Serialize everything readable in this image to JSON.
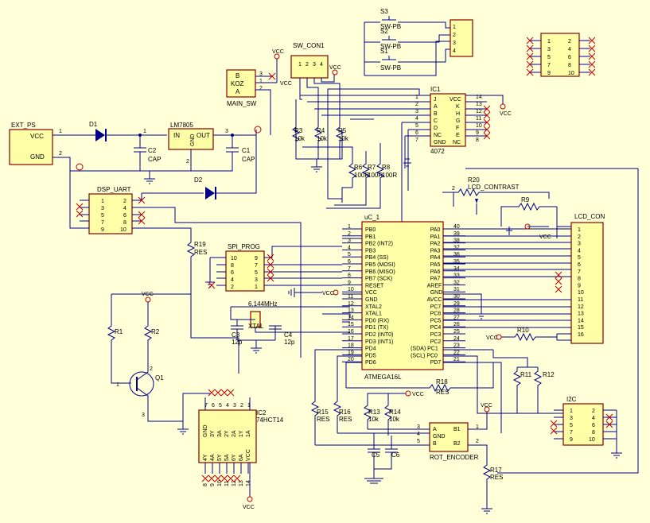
{
  "ext_ps": {
    "ref": "EXT_PS",
    "pins": [
      "VCC",
      "GND"
    ],
    "nums": [
      "1",
      "2"
    ]
  },
  "d1": "D1",
  "d2": "D2",
  "lm7805": {
    "ref": "LM7805",
    "in": "IN",
    "out": "OUT",
    "gnd": "GND",
    "n1": "1",
    "n2": "2",
    "n3": "3"
  },
  "c2": {
    "ref": "C2",
    "val": "CAP"
  },
  "c1": {
    "ref": "C1",
    "val": "CAP"
  },
  "main_sw": {
    "ref": "MAIN_SW",
    "pins": [
      "B",
      "KOZ",
      "A"
    ],
    "nums": [
      "3",
      "1",
      "2"
    ]
  },
  "sw_con": {
    "ref": "SW_CON1",
    "nums": [
      "1",
      "2",
      "3",
      "4"
    ]
  },
  "vcc": "VCC",
  "buttons": [
    {
      "ref": "S3",
      "val": "SW-PB"
    },
    {
      "ref": "S2",
      "val": "SW-PB"
    },
    {
      "ref": "S1",
      "val": "SW-PB"
    }
  ],
  "btn_con_nums": [
    "1",
    "2",
    "3",
    "4"
  ],
  "ic1": {
    "ref": "IC1",
    "part": "4072",
    "left": [
      "J",
      "A",
      "B",
      "C",
      "D",
      "NC",
      "GND"
    ],
    "right": [
      "VCC",
      "K",
      "H",
      "G",
      "F",
      "E",
      "NC"
    ],
    "lnums": [
      "1",
      "2",
      "3",
      "4",
      "5",
      "6",
      "7"
    ],
    "rnums": [
      "14",
      "13",
      "12",
      "11",
      "10",
      "9",
      "8"
    ]
  },
  "resistors": {
    "r3": [
      "R3",
      "10k"
    ],
    "r4": [
      "R4",
      "10k"
    ],
    "r5": [
      "R5",
      "10k"
    ],
    "r6": [
      "R6",
      "100R"
    ],
    "r7": [
      "R7",
      "100R"
    ],
    "r8": [
      "R8",
      "100R"
    ],
    "r19": [
      "R19",
      "RES"
    ],
    "r1": "R1",
    "r2": "R2",
    "r9": "R9",
    "r10": "R10",
    "r11": "R11",
    "r12": "R12",
    "r13": [
      "R13",
      "10k"
    ],
    "r14": [
      "R14",
      "10k"
    ],
    "r15": [
      "R15",
      "RES"
    ],
    "r16": [
      "R16",
      "RES"
    ],
    "r17": [
      "R17",
      "RES"
    ],
    "r18": [
      "R18",
      "RES"
    ],
    "r20": [
      "R20",
      "LCD_CONTRAST"
    ]
  },
  "dsp_uart": {
    "ref": "DSP_UART",
    "l": [
      "1",
      "3",
      "5",
      "7",
      "9"
    ],
    "r": [
      "2",
      "4",
      "6",
      "8",
      "10"
    ]
  },
  "spi_prog": {
    "ref": "SPI_PROG",
    "l": [
      "10",
      "8",
      "6",
      "4",
      "2"
    ],
    "r": [
      "9",
      "7",
      "5",
      "3",
      "1"
    ]
  },
  "top_hdr": {
    "l": [
      "1",
      "3",
      "5",
      "7",
      "9"
    ],
    "r": [
      "2",
      "4",
      "6",
      "8",
      "10"
    ]
  },
  "xtal": {
    "ref": "XTAL",
    "freq": "6.144MHz",
    "c3": [
      "C3",
      "12p"
    ],
    "c4": [
      "C4",
      "12p"
    ]
  },
  "uc": {
    "ref": "uC_1",
    "part": "ATMEGA16L",
    "left": [
      "PB0",
      "PB1",
      "PB2 (INT2)",
      "PB3",
      "PB4 (SS)",
      "PB5 (MOSI)",
      "PB6 (MISO)",
      "PB7 (SCK)",
      "RESET",
      "VCC",
      "GND",
      "XTAL2",
      "XTAL1",
      "PD0 (RX)",
      "PD1 (TX)",
      "PD2 (INT0)",
      "PD3 (INT1)",
      "PD4",
      "PD5",
      "PD6"
    ],
    "lnums": [
      "1",
      "2",
      "3",
      "4",
      "5",
      "6",
      "7",
      "8",
      "9",
      "10",
      "11",
      "12",
      "13",
      "14",
      "15",
      "16",
      "17",
      "18",
      "19",
      "20"
    ],
    "right": [
      "PA0",
      "PA1",
      "PA2",
      "PA3",
      "PA4",
      "PA5",
      "PA6",
      "PA7",
      "AREF",
      "GND",
      "AVCC",
      "PC7",
      "PC6",
      "PC5",
      "PC4",
      "PC3",
      "PC2",
      "(SDA) PC1",
      "(SCL) PC0",
      "PD7"
    ],
    "rnums": [
      "40",
      "39",
      "38",
      "37",
      "36",
      "35",
      "34",
      "33",
      "32",
      "31",
      "30",
      "29",
      "28",
      "27",
      "26",
      "25",
      "24",
      "23",
      "22",
      "21"
    ]
  },
  "lcd_con": {
    "ref": "LCD_CON",
    "nums": [
      "1",
      "2",
      "3",
      "4",
      "5",
      "6",
      "7",
      "8",
      "9",
      "10",
      "11",
      "12",
      "13",
      "14",
      "15",
      "16"
    ]
  },
  "i2c": {
    "ref": "I2C",
    "l": [
      "1",
      "3",
      "5",
      "7",
      "9"
    ],
    "r": [
      "2",
      "4",
      "6",
      "8",
      "10"
    ]
  },
  "q1": {
    "ref": "Q1",
    "b": "1",
    "c": "2",
    "e": "3"
  },
  "ic2": {
    "ref": "IC2",
    "part": "74HCT14",
    "top": [
      "GND",
      "3Y",
      "3A",
      "2Y",
      "2A",
      "1Y",
      "1A"
    ],
    "bot": [
      "4Y",
      "4A",
      "5Y",
      "5A",
      "6Y",
      "6A",
      "VCC"
    ],
    "tnums": [
      "7",
      "6",
      "5",
      "4",
      "3",
      "2",
      "1"
    ],
    "bnums": [
      "8",
      "9",
      "10",
      "11",
      "12",
      "13",
      "14"
    ]
  },
  "rot": {
    "ref": "ROT_ENCODER",
    "pins": [
      "A",
      "GND",
      "B",
      "B1",
      "B2"
    ],
    "nums": [
      "3",
      "4",
      "5",
      "1",
      "2"
    ]
  },
  "c5": "C5",
  "c6": "C6"
}
